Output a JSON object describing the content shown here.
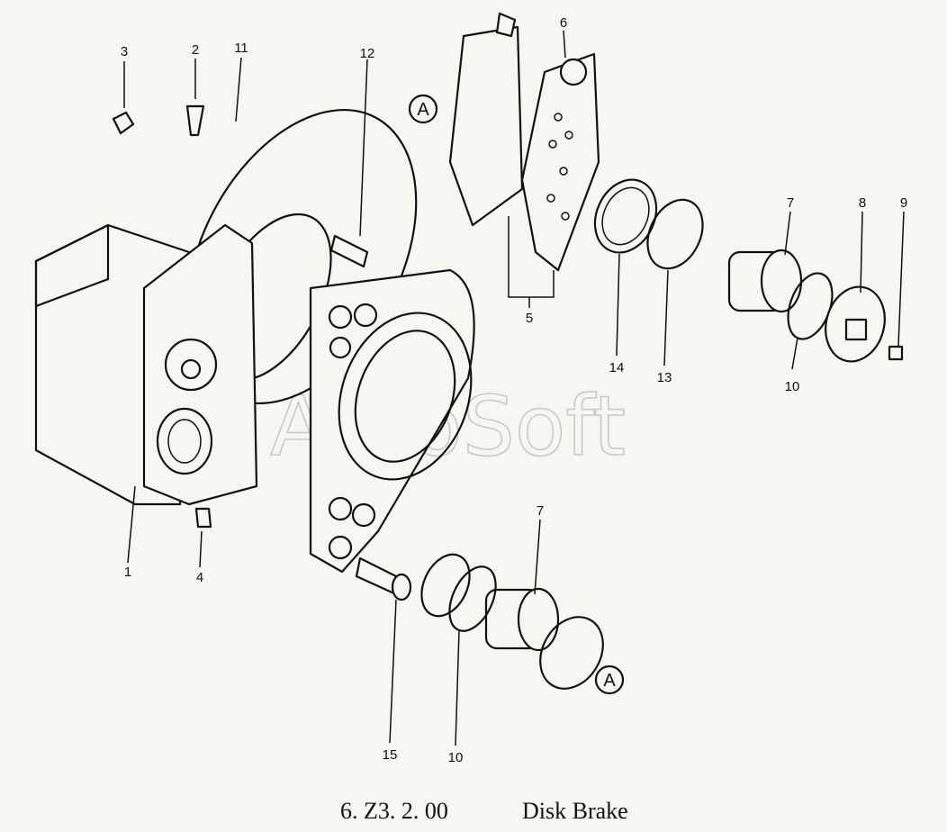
{
  "diagram": {
    "caption_code": "6. Z3. 2. 00",
    "caption_title": "Disk Brake",
    "watermark": "AutoSoft",
    "view_marker": "A",
    "callouts": [
      "1",
      "2",
      "3",
      "4",
      "5",
      "6",
      "7",
      "8",
      "9",
      "10",
      "11",
      "12",
      "13",
      "14",
      "15"
    ]
  }
}
